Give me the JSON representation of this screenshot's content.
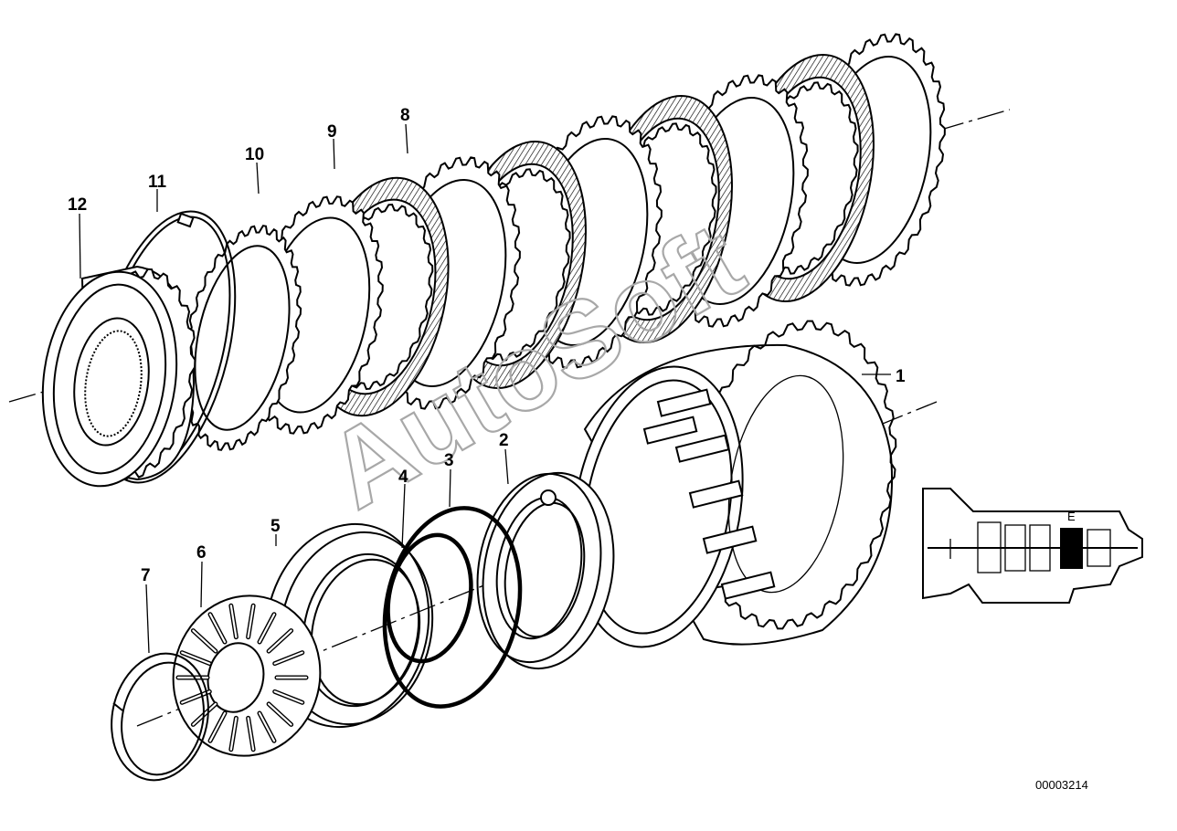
{
  "diagram": {
    "reference_number": "00003214",
    "watermark": "AutoSoft",
    "inset_label": "E"
  },
  "callouts": [
    {
      "id": "1",
      "label": "1"
    },
    {
      "id": "2",
      "label": "2"
    },
    {
      "id": "3",
      "label": "3"
    },
    {
      "id": "4",
      "label": "4"
    },
    {
      "id": "5",
      "label": "5"
    },
    {
      "id": "6",
      "label": "6"
    },
    {
      "id": "7",
      "label": "7"
    },
    {
      "id": "8",
      "label": "8"
    },
    {
      "id": "9",
      "label": "9"
    },
    {
      "id": "10",
      "label": "10"
    },
    {
      "id": "11",
      "label": "11"
    },
    {
      "id": "12",
      "label": "12"
    }
  ]
}
